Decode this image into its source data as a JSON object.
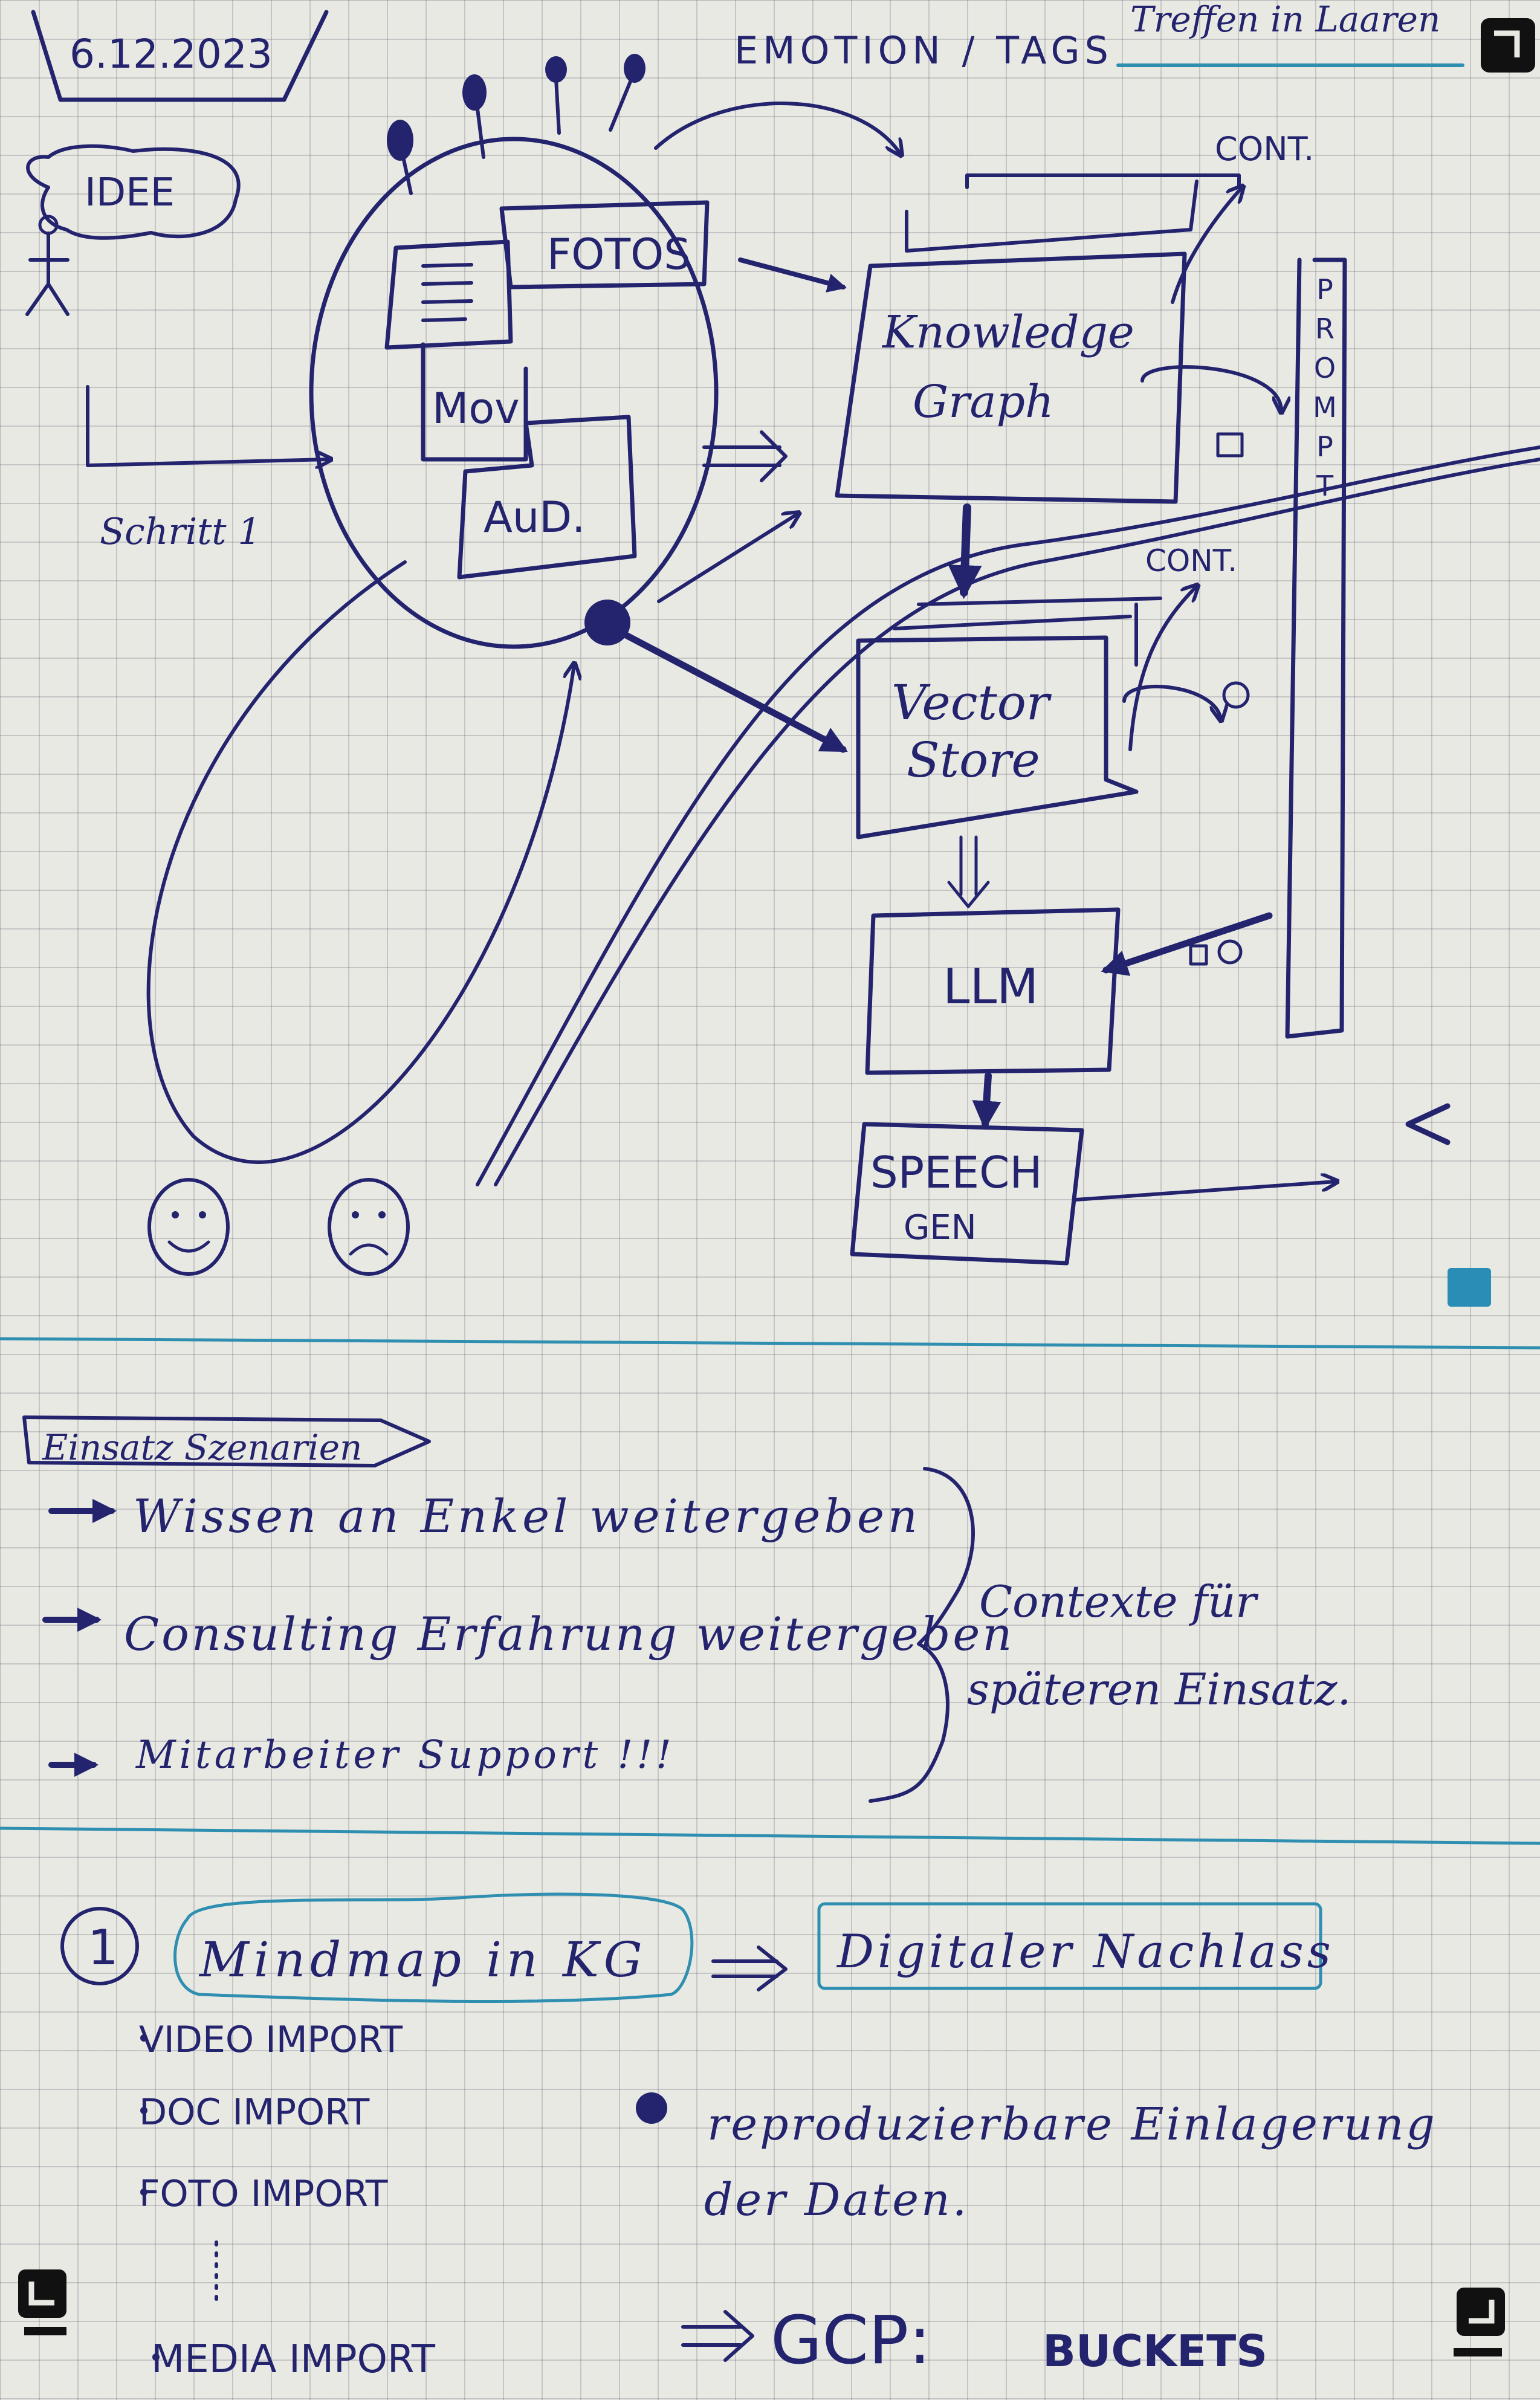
{
  "page": {
    "date": "6.12.2023",
    "corner_note": "Treffen in Laaren"
  },
  "diagram": {
    "person_bubble": "IDEE",
    "step_label": "Schritt 1",
    "emotion_tags": "EMOTION / TAGS",
    "media": {
      "fotos": "FOTOS",
      "mov": "Mov",
      "aud": "AuD."
    },
    "knowledge_graph": [
      "Knowledge",
      "Graph"
    ],
    "vector_store": [
      "Vector",
      "Store"
    ],
    "llm": "LLM",
    "speech_gen": [
      "SPEECH",
      "GEN"
    ],
    "cont_top": "CONT.",
    "cont_mid": "CONT.",
    "prompt": [
      "P",
      "R",
      "O",
      "M",
      "P",
      "T"
    ]
  },
  "scenarios": {
    "title": "Einsatz Szenarien",
    "items": [
      "Wissen an Enkel weitergeben",
      "Consulting Erfahrung weitergeben",
      "Mitarbeiter Support !!!"
    ],
    "brace_note": [
      "Contexte für",
      "späteren Einsatz."
    ]
  },
  "plan": {
    "number": "1",
    "mindmap": "Mindmap in KG",
    "result": "Digitaler Nachlass",
    "imports": [
      "VIDEO IMPORT",
      "DOC IMPORT",
      "FOTO IMPORT",
      "MEDIA IMPORT"
    ],
    "note": [
      "reproduzierbare Einlagerung",
      "der Daten."
    ],
    "gcp": "GCP:",
    "buckets": "BUCKETS"
  },
  "colors": {
    "ink": "#23236e",
    "cyan_rule": "#2f8fb0",
    "paper": "#e9e9e4"
  }
}
